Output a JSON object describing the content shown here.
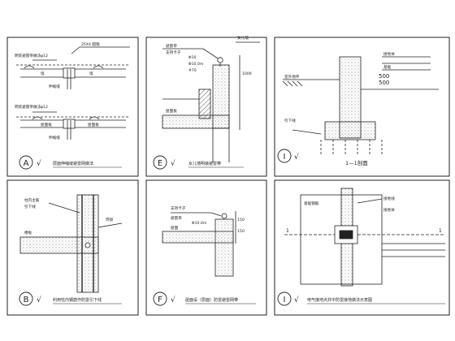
{
  "panels": [
    {
      "letter": "A",
      "check": "√",
      "caption": "层面伸缩缝避雷网做法",
      "labels": [
        "明装避雷带做法",
        "墙",
        "墙",
        "伸缩缝",
        "明装避雷带做法",
        "屋面板",
        "屋面板",
        "伸缩缝",
        "25X4 圆钢"
      ],
      "dims": [
        "φ12",
        "φ12"
      ]
    },
    {
      "letter": "E",
      "check": "√",
      "caption": "女儿墙明装避雷带",
      "labels": [
        "避雷带",
        "支持卡子",
        "Φ10",
        "屋面板",
        "女儿墙"
      ],
      "dims": [
        "1000",
        "Φ10.0m",
        "#70"
      ]
    },
    {
      "letter": "I",
      "check": "√",
      "caption": "",
      "labels": [
        "接地体",
        "室外地坪",
        "基础",
        "引下线"
      ],
      "dims": [
        "500",
        "500"
      ],
      "section": "1—1剖面"
    },
    {
      "letter": "B",
      "check": "√",
      "caption": "利用柱内钢筋作防雷引下线",
      "labels": [
        "柱内主筋",
        "引下线",
        "焊接",
        "楼板"
      ],
      "dims": []
    },
    {
      "letter": "F",
      "check": "√",
      "caption": "屋面设（层面）防雷避雷网带",
      "labels": [
        "支持卡子",
        "避雷带",
        "屋面"
      ],
      "dims": [
        "Φ10.0m",
        "150",
        "150"
      ]
    },
    {
      "letter": "I",
      "check": "√",
      "caption": "电气接地点井中防雷接地做法示意图",
      "labels": [
        "基础钢筋",
        "接地线",
        "接地体"
      ],
      "dims": [
        "1",
        "1"
      ]
    }
  ],
  "colors": {
    "line": "#222222",
    "hatch": "#555555",
    "bg": "#ffffff"
  }
}
